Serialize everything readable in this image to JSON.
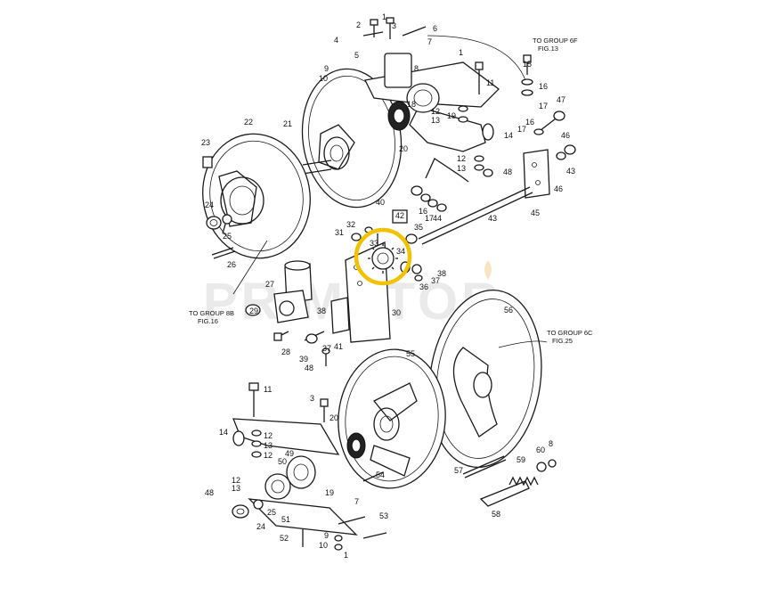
{
  "watermark": {
    "text": "PRIMATOR",
    "color": "#d9d9d9"
  },
  "highlight": {
    "color": "#f2c200",
    "target_label": "34"
  },
  "notes": {
    "top": [
      "TO GROUP 6F",
      "FIG.13"
    ],
    "left": [
      "TO GROUP 8B",
      "FIG.16"
    ],
    "right": [
      "TO GROUP 6C",
      "FIG.25"
    ]
  },
  "labels": {
    "l2": "2",
    "l1a": "1",
    "l3a": "3",
    "l4a": "4",
    "l6": "6",
    "l5": "5",
    "l7": "7",
    "l1b": "1",
    "l9a": "9",
    "l10a": "10",
    "l8": "8",
    "l11a": "11",
    "l15": "15",
    "l16a": "16",
    "l17a": "17",
    "l47": "47",
    "l16b": "16",
    "l17b": "17",
    "l46a": "46",
    "l43a": "43",
    "l46b": "46",
    "l22": "22",
    "l21": "21",
    "l18": "18",
    "l12a": "12",
    "l13a": "13",
    "l19a": "19",
    "l14a": "14",
    "l20a": "20",
    "l12b": "12",
    "l13b": "13",
    "l48a": "48",
    "l23": "23",
    "l24a": "24",
    "l25a": "25",
    "l26": "26",
    "l40": "40",
    "l16c": "16",
    "l17c": "17",
    "l44": "44",
    "l43b": "43",
    "l45": "45",
    "l42": "42",
    "l32": "32",
    "l31": "31",
    "l33": "33",
    "l35": "35",
    "l34": "34",
    "l38a": "38",
    "l36": "36",
    "l37a": "37",
    "l27": "27",
    "l29": "29",
    "l28": "28",
    "l38b": "38",
    "l41": "41",
    "l37b": "37",
    "l39": "39",
    "l48b": "48",
    "l30": "30",
    "l56": "56",
    "l55": "55",
    "l11b": "11",
    "l3b": "3",
    "l20b": "20",
    "l14b": "14",
    "l12c": "12",
    "l13c": "13",
    "l12d": "12",
    "l49": "49",
    "l50": "50",
    "l12e": "12",
    "l13d": "13",
    "l48c": "48",
    "l19b": "19",
    "l54": "54",
    "l57": "57",
    "l59": "59",
    "l60": "60",
    "l8b": "8",
    "l25b": "25",
    "l24b": "24",
    "l51": "51",
    "l7b": "7",
    "l53": "53",
    "l9b": "9",
    "l10b": "10",
    "l52": "52",
    "l1c": "1",
    "l58": "58"
  }
}
